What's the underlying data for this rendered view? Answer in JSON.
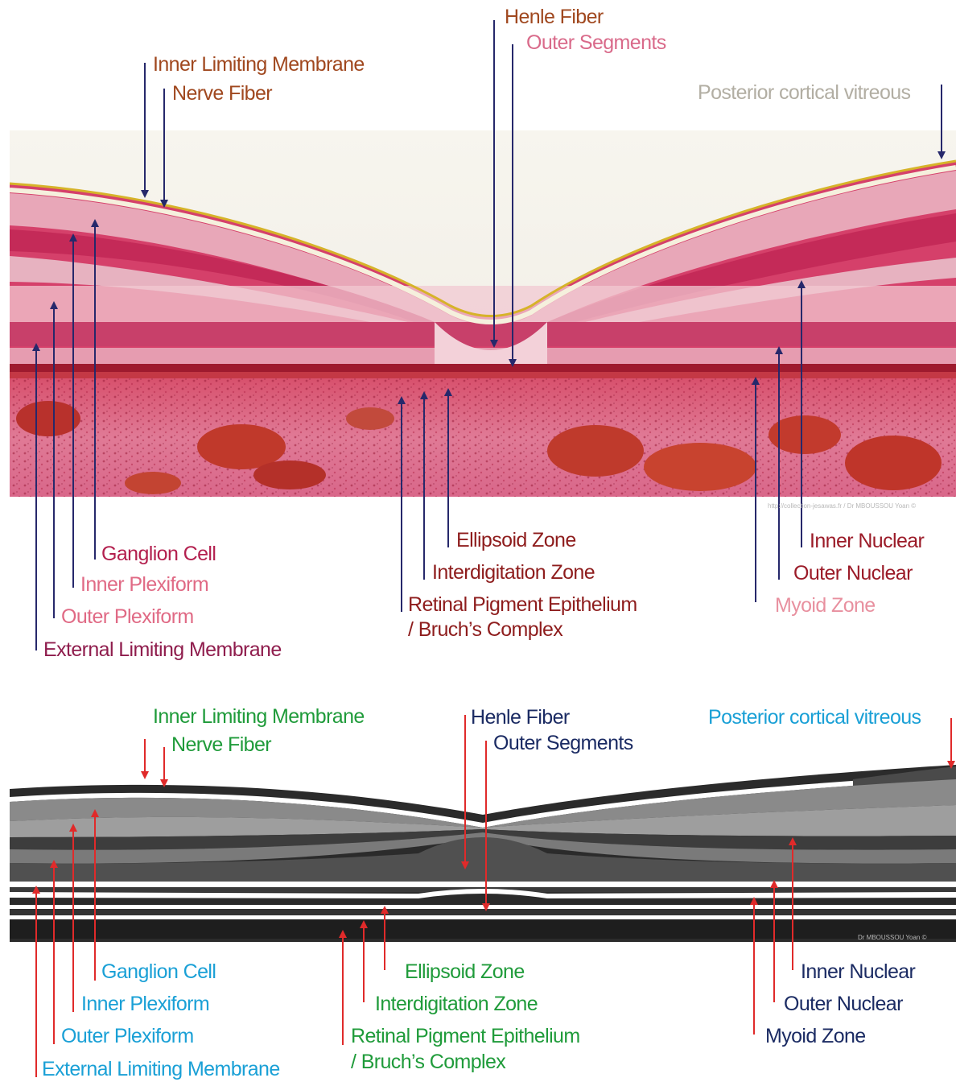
{
  "histology_panel": {
    "credit": "http://collection-jesawas.fr / Dr MBOUSSOU Yoan ©",
    "colors": {
      "arrow": "#26286b",
      "inner_layers": "#a0481f",
      "outer_segments": "#d96a8a",
      "vitreous": "#b2aea3",
      "ganglion": "#b3204f",
      "plexiform": "#e06a85",
      "elm": "#8f1d4d",
      "ez": "#8e1d1d",
      "nuclear": "#9b1b28",
      "myoid": "#e8909f"
    },
    "labels": {
      "ilm": "Inner Limiting Membrane",
      "nerve_fiber": "Nerve Fiber",
      "henle_fiber": "Henle Fiber",
      "outer_segments": "Outer Segments",
      "posterior_vitreous": "Posterior cortical vitreous",
      "ganglion_cell": "Ganglion Cell",
      "inner_plexiform": "Inner Plexiform",
      "outer_plexiform": "Outer Plexiform",
      "elm": "External Limiting Membrane",
      "ellipsoid_zone": "Ellipsoid Zone",
      "interdigitation_zone": "Interdigitation Zone",
      "rpe_line1": "Retinal Pigment Epithelium",
      "rpe_line2": "/ Bruch’s Complex",
      "inner_nuclear": "Inner Nuclear",
      "outer_nuclear": "Outer Nuclear",
      "myoid_zone": "Myoid Zone"
    }
  },
  "oct_panel": {
    "credit": "Dr MBOUSSOU Yoan ©",
    "colors": {
      "arrow": "#e02a2a",
      "green": "#1f9b3a",
      "navy": "#1b2b63",
      "cyan": "#1aa0d6"
    },
    "labels": {
      "ilm": "Inner Limiting Membrane",
      "nerve_fiber": "Nerve Fiber",
      "henle_fiber": "Henle Fiber",
      "outer_segments": "Outer Segments",
      "posterior_vitreous": "Posterior cortical vitreous",
      "ganglion_cell": "Ganglion Cell",
      "inner_plexiform": "Inner Plexiform",
      "outer_plexiform": "Outer Plexiform",
      "elm": "External Limiting Membrane",
      "ellipsoid_zone": "Ellipsoid Zone",
      "interdigitation_zone": "Interdigitation Zone",
      "rpe_line1": "Retinal Pigment Epithelium",
      "rpe_line2": "/ Bruch’s Complex",
      "inner_nuclear": "Inner Nuclear",
      "outer_nuclear": "Outer Nuclear",
      "myoid_zone": "Myoid Zone"
    }
  }
}
